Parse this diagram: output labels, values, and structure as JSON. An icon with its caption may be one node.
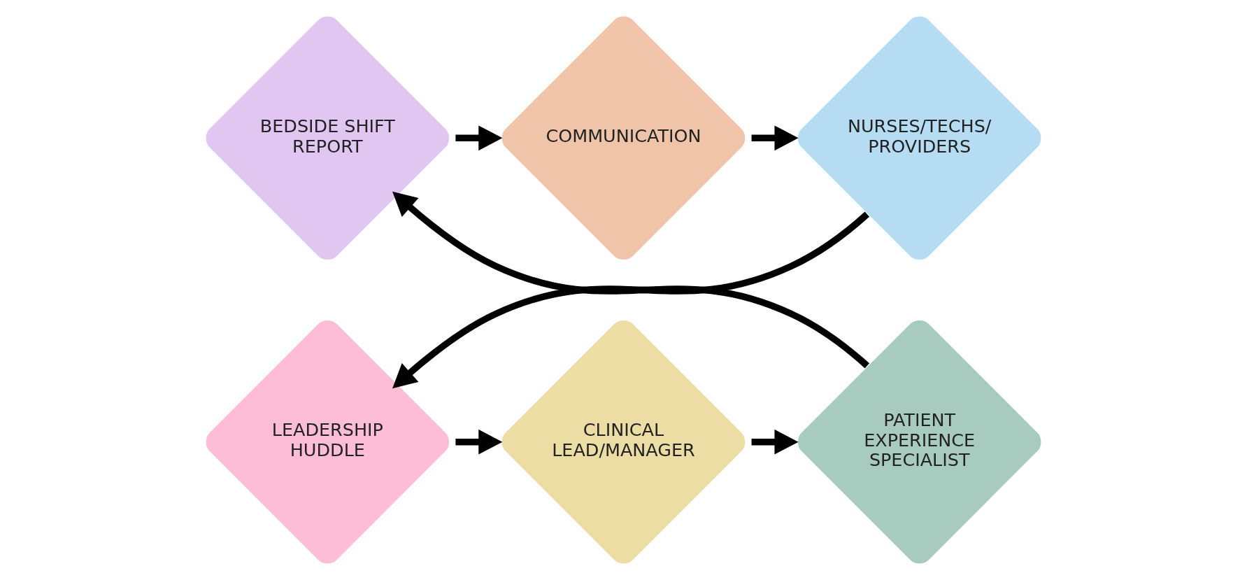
{
  "diagram": {
    "nodes": [
      {
        "text": [
          "BEDSIDE SHIFT REPORT"
        ]
      },
      {
        "text": [
          "COMMUNICATION"
        ]
      },
      {
        "text": [
          "NURSES/TECHS/ PROVIDERS"
        ]
      },
      {
        "text": [
          "LEADERSHIP HUDDLE"
        ]
      },
      {
        "text": [
          "CLINICAL LEAD/MANAGER"
        ]
      },
      {
        "text": [
          "PATIENT EXPERIENCE SPECIALIST"
        ]
      }
    ],
    "edges": [
      {
        "from": 0,
        "to": 1,
        "arrow": "to"
      },
      {
        "from": 1,
        "to": 2,
        "arrow": "to"
      },
      {
        "from": 2,
        "to": 3,
        "arrow": "to"
      },
      {
        "from": 3,
        "to": 4,
        "arrow": "to"
      },
      {
        "from": 4,
        "to": 5,
        "arrow": "to"
      },
      {
        "from": 5,
        "to": 0,
        "arrow": "to"
      }
    ]
  }
}
